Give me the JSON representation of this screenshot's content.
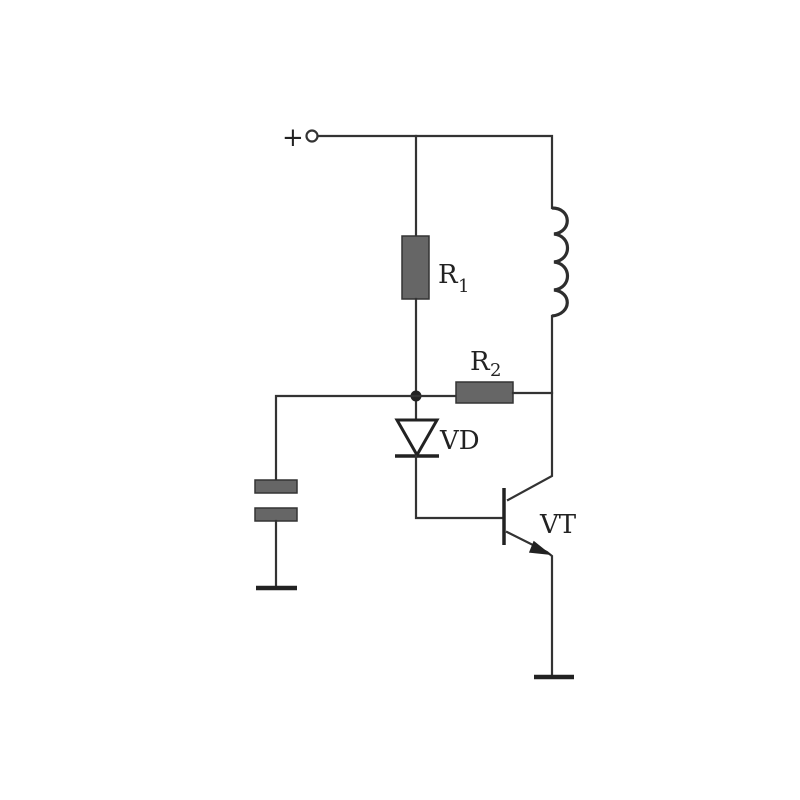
{
  "supply_label": "+",
  "labels": {
    "r1_main": "R",
    "r1_sub": "1",
    "r2_main": "R",
    "r2_sub": "2",
    "diode": "VD",
    "transistor": "VT"
  },
  "colors": {
    "wire": "#333333",
    "component_fill": "#666666"
  }
}
